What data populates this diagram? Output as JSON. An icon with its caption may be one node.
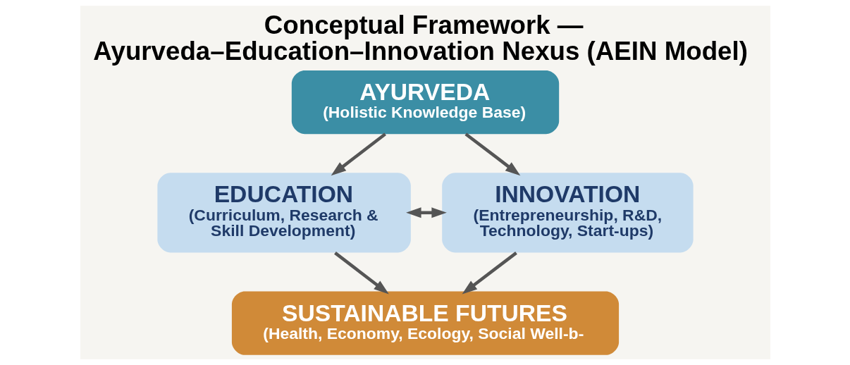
{
  "diagram": {
    "title": "Conceptual Framework — Ayurveda–Education–Innovation Nexus (AEIN Model)",
    "nodes": [
      {
        "text": [
          "AYURVEDA",
          "(Holistic Knowledge Base)"
        ]
      },
      {
        "text": [
          "EDUCATION",
          "(Curriculum, Research & Skill Development)"
        ]
      },
      {
        "text": [
          "INNOVATION",
          "(Entrepreneurship, R&D, Technology, Start-ups)"
        ]
      },
      {
        "text": [
          "SUSTAINABLE FUTURES",
          "(Health, Economy, Ecology, Social Well-b-"
        ]
      }
    ],
    "edges": [
      {
        "from": 0,
        "to": 1,
        "arrow": "to"
      },
      {
        "from": 0,
        "to": 2,
        "arrow": "to"
      },
      {
        "from": 1,
        "to": 2,
        "arrow": "both"
      },
      {
        "from": 1,
        "to": 3,
        "arrow": "to"
      },
      {
        "from": 2,
        "to": 3,
        "arrow": "to"
      }
    ]
  }
}
